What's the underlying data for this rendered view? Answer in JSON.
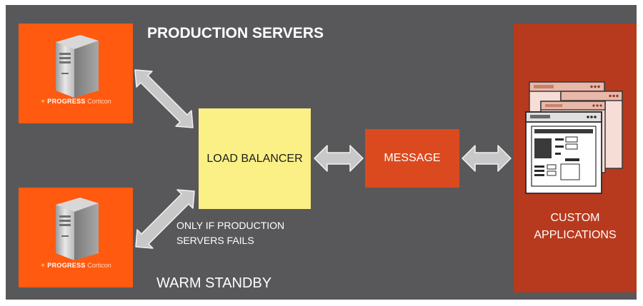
{
  "title": "PRODUCTION SERVERS",
  "standby_label": "WARM STANDBY",
  "servers": [
    {
      "brand_bold": "PROGRESS",
      "brand_product": "Corticon"
    },
    {
      "brand_bold": "PROGRESS",
      "brand_product": "Corticon"
    }
  ],
  "load_balancer": {
    "label": "LOAD BALANCER"
  },
  "message": {
    "label": "MESSAGE"
  },
  "custom_apps": {
    "line1": "CUSTOM",
    "line2": "APPLICATIONS"
  },
  "failover_note": {
    "line1": "ONLY IF PRODUCTION",
    "line2": "SERVERS FAILS"
  },
  "colors": {
    "panel": "#58585a",
    "server": "#ff5a10",
    "load_balancer": "#fbf086",
    "message": "#db4a1f",
    "custom_apps": "#b73a1e",
    "arrow": "#c8c8c8"
  },
  "icons": [
    "server-tower-icon",
    "progress-logo-icon",
    "double-arrow-icon",
    "app-window-icon"
  ]
}
